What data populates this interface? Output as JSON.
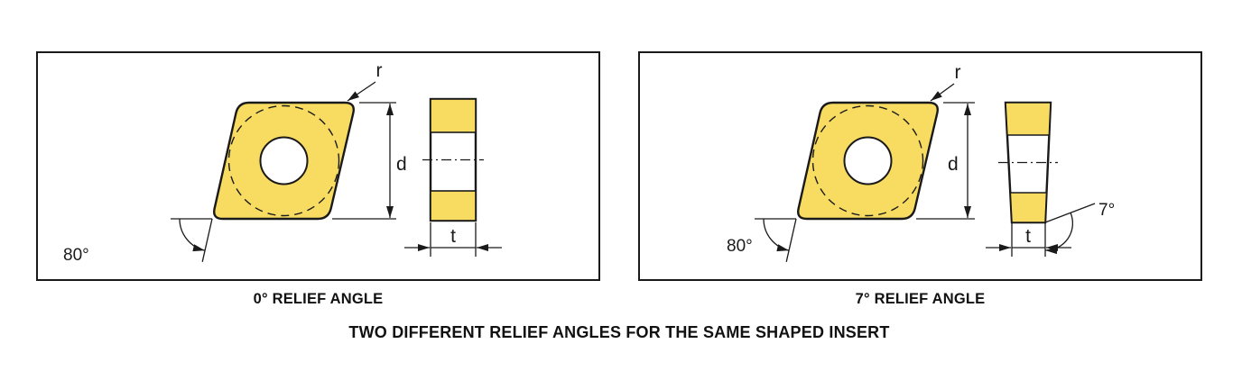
{
  "title": "TWO DIFFERENT RELIEF ANGLES FOR THE SAME SHAPED INSERT",
  "colors": {
    "insert_fill": "#F8DC62",
    "outline": "#1A1A1A"
  },
  "panels": [
    {
      "caption": "0° RELIEF ANGLE",
      "labels": {
        "corner_radius": "r",
        "inscribed_diameter": "d",
        "point_angle": "80°",
        "thickness": "t"
      }
    },
    {
      "caption": "7° RELIEF ANGLE",
      "labels": {
        "corner_radius": "r",
        "inscribed_diameter": "d",
        "point_angle": "80°",
        "thickness": "t",
        "relief_angle": "7°"
      }
    }
  ]
}
